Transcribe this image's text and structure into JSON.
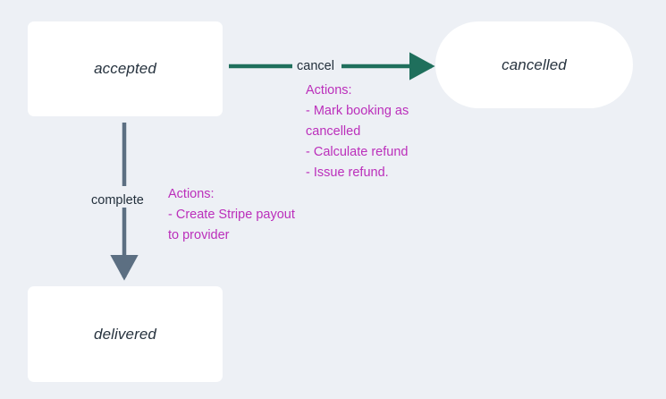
{
  "diagram": {
    "type": "state-diagram",
    "background_color": "#edf0f5",
    "nodes": [
      {
        "id": "accepted",
        "label": "accepted",
        "shape": "rounded-rect",
        "fill": "#ffffff",
        "text_color": "#27333f"
      },
      {
        "id": "delivered",
        "label": "delivered",
        "shape": "rounded-rect",
        "fill": "#ffffff",
        "text_color": "#27333f"
      },
      {
        "id": "cancelled",
        "label": "cancelled",
        "shape": "stadium",
        "fill": "#ffffff",
        "text_color": "#27333f"
      }
    ],
    "edges": [
      {
        "id": "accepted-to-cancelled",
        "from": "accepted",
        "to": "cancelled",
        "label": "cancel",
        "color": "#1f6f5c",
        "direction": "right"
      },
      {
        "id": "accepted-to-delivered",
        "from": "accepted",
        "to": "delivered",
        "label": "complete",
        "color": "#5c6f82",
        "direction": "down"
      }
    ],
    "notes": [
      {
        "id": "cancel-actions",
        "color": "#bb2fbb",
        "attached_to": "accepted-to-cancelled",
        "lines": [
          "Actions:",
          "- Mark booking as",
          "cancelled",
          "- Calculate refund",
          "- Issue refund."
        ]
      },
      {
        "id": "complete-actions",
        "color": "#bb2fbb",
        "attached_to": "accepted-to-delivered",
        "lines": [
          "Actions:",
          "- Create Stripe payout",
          "to provider"
        ]
      }
    ]
  }
}
